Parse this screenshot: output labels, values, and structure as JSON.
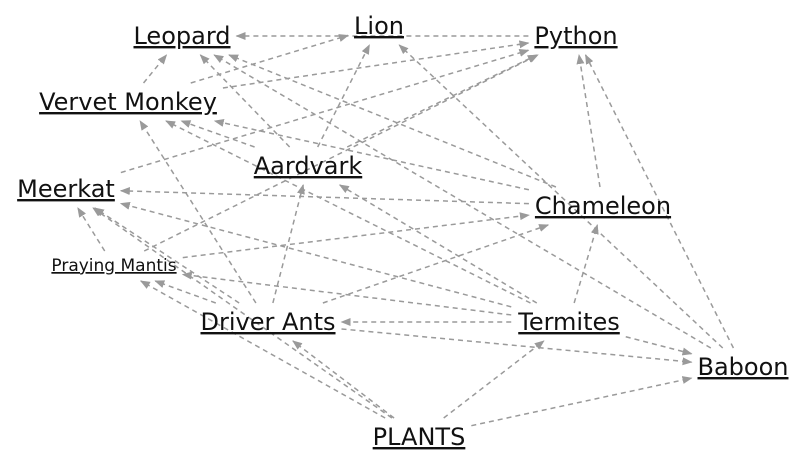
{
  "nodes": {
    "leopard": "Leopard",
    "lion": "Lion",
    "python": "Python",
    "vervet_monkey": "Vervet Monkey",
    "aardvark": "Aardvark",
    "meerkat": "Meerkat",
    "chameleon": "Chameleon",
    "praying_mantis": "Praying Mantis",
    "driver_ants": "Driver Ants",
    "termites": "Termites",
    "baboon": "Baboon",
    "plants": "PLANTS"
  },
  "edges": [
    [
      "plants",
      "driver_ants"
    ],
    [
      "plants",
      "termites"
    ],
    [
      "plants",
      "baboon"
    ],
    [
      "plants",
      "praying_mantis"
    ],
    [
      "plants",
      "meerkat"
    ],
    [
      "termites",
      "driver_ants"
    ],
    [
      "termites",
      "aardvark"
    ],
    [
      "termites",
      "meerkat"
    ],
    [
      "termites",
      "chameleon"
    ],
    [
      "termites",
      "baboon"
    ],
    [
      "termites",
      "vervet_monkey"
    ],
    [
      "termites",
      "praying_mantis"
    ],
    [
      "driver_ants",
      "meerkat"
    ],
    [
      "driver_ants",
      "aardvark"
    ],
    [
      "driver_ants",
      "chameleon"
    ],
    [
      "driver_ants",
      "vervet_monkey"
    ],
    [
      "driver_ants",
      "praying_mantis"
    ],
    [
      "driver_ants",
      "baboon"
    ],
    [
      "praying_mantis",
      "meerkat"
    ],
    [
      "praying_mantis",
      "python"
    ],
    [
      "praying_mantis",
      "chameleon"
    ],
    [
      "aardvark",
      "leopard"
    ],
    [
      "aardvark",
      "lion"
    ],
    [
      "aardvark",
      "python"
    ],
    [
      "aardvark",
      "vervet_monkey"
    ],
    [
      "meerkat",
      "python"
    ],
    [
      "chameleon",
      "meerkat"
    ],
    [
      "chameleon",
      "python"
    ],
    [
      "chameleon",
      "leopard"
    ],
    [
      "chameleon",
      "vervet_monkey"
    ],
    [
      "baboon",
      "leopard"
    ],
    [
      "baboon",
      "python"
    ],
    [
      "baboon",
      "lion"
    ],
    [
      "vervet_monkey",
      "leopard"
    ],
    [
      "vervet_monkey",
      "python"
    ],
    [
      "vervet_monkey",
      "lion"
    ],
    [
      "python",
      "leopard"
    ]
  ],
  "colors": {
    "arrow": "#9a9a9a",
    "text": "#111111"
  }
}
